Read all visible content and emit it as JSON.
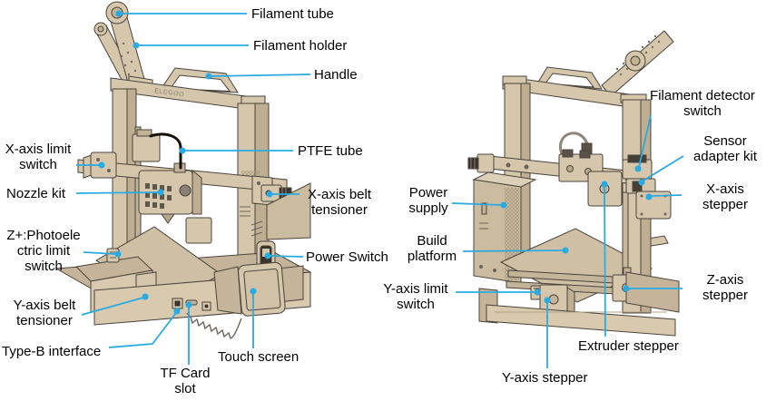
{
  "figure": {
    "type": "labeled-parts-diagram",
    "subject": "FDM 3D printer parts identification, front view and rear view",
    "accent_color": "#29abe2",
    "body_color": "#d5c6ac",
    "outline_color": "#4a443c"
  },
  "left_view": {
    "brand": "ELEGOO",
    "labels": {
      "filament_tube": "Filament tube",
      "filament_holder": "Filament holder",
      "handle": "Handle",
      "ptfe_tube": "PTFE tube",
      "x_axis_limit_switch": "X-axis limit\nswitch",
      "nozzle_kit": "Nozzle kit",
      "x_axis_belt_tensioner": "X-axis belt\ntensioner",
      "z_photoelectric_limit_switch": "Z+:Photoele\nctric limit\nswitch",
      "power_switch": "Power Switch",
      "y_axis_belt_tensioner": "Y-axis belt\ntensioner",
      "type_b_interface": "Type-B interface",
      "tf_card_slot": "TF Card\nslot",
      "touch_screen": "Touch screen"
    }
  },
  "right_view": {
    "labels": {
      "filament_detector_switch": "Filament detector\nswitch",
      "sensor_adapter_kit": "Sensor\nadapter kit",
      "x_axis_stepper": "X-axis\nstepper",
      "power_supply": "Power\nsupply",
      "build_platform": "Build\nplatform",
      "y_axis_limit_switch": "Y-axis limit\nswitch",
      "z_axis_stepper": "Z-axis\nstepper",
      "extruder_stepper": "Extruder stepper",
      "y_axis_stepper": "Y-axis stepper"
    }
  }
}
